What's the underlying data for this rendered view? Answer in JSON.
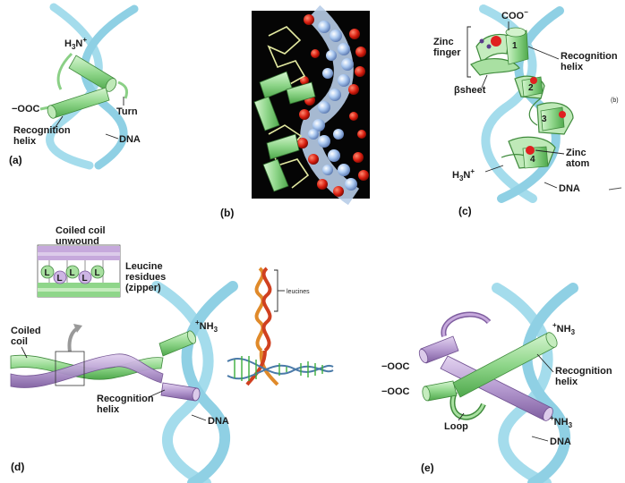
{
  "panels": {
    "a": {
      "label": "(a)",
      "nterm_prefix": "H",
      "nterm_sub": "3",
      "nterm_suffix": "N",
      "nterm_sup": "+",
      "cterm": "−OOC",
      "turn": "Turn",
      "recog_line1": "Recognition",
      "recog_line2": "helix",
      "dna": "DNA"
    },
    "b": {
      "label": "(b)"
    },
    "c": {
      "label": "(c)",
      "coo": "COO",
      "coo_sup": "−",
      "zinc_finger_line1": "Zinc",
      "zinc_finger_line2": "finger",
      "recog_line1": "Recognition",
      "recog_line2": "helix",
      "beta_sheet": "βsheet",
      "zinc_atom_line1": "Zinc",
      "zinc_atom_line2": "atom",
      "nterm_prefix": "H",
      "nterm_sub": "3",
      "nterm_suffix": "N",
      "nterm_sup": "+",
      "dna": "DNA",
      "finger_numbers": [
        "1",
        "2",
        "3",
        "4"
      ],
      "tiny_mark": "(b)"
    },
    "d": {
      "label": "(d)",
      "coiled_unwound_line1": "Coiled coil",
      "coiled_unwound_line2": "unwound",
      "leucine_line1": "Leucine",
      "leucine_line2": "residues",
      "leucine_line3": "(zipper)",
      "residue_letter": "L",
      "coiled_line1": "Coiled",
      "coiled_line2": "coil",
      "nh3_sup": "+",
      "nh3_main": "NH",
      "nh3_sub": "3",
      "recog_line1": "Recognition",
      "recog_line2": "helix",
      "dna": "DNA",
      "leucines": "leucines"
    },
    "e": {
      "label": "(e)",
      "cterm1": "−OOC",
      "cterm2": "−OOC",
      "nh3_sup": "+",
      "nh3_main": "NH",
      "nh3_sub": "3",
      "recog_line1": "Recognition",
      "recog_line2": "helix",
      "loop": "Loop",
      "dna": "DNA"
    }
  },
  "colors": {
    "dna": "#9ad7ea",
    "helix_green": "#9fdc9a",
    "helix_green_dark": "#4c9c4a",
    "purple": "#b99ad2",
    "purple_dark": "#7f5ea0",
    "zinc_red": "#e02020",
    "photo_bg": "#0a0a0a"
  }
}
